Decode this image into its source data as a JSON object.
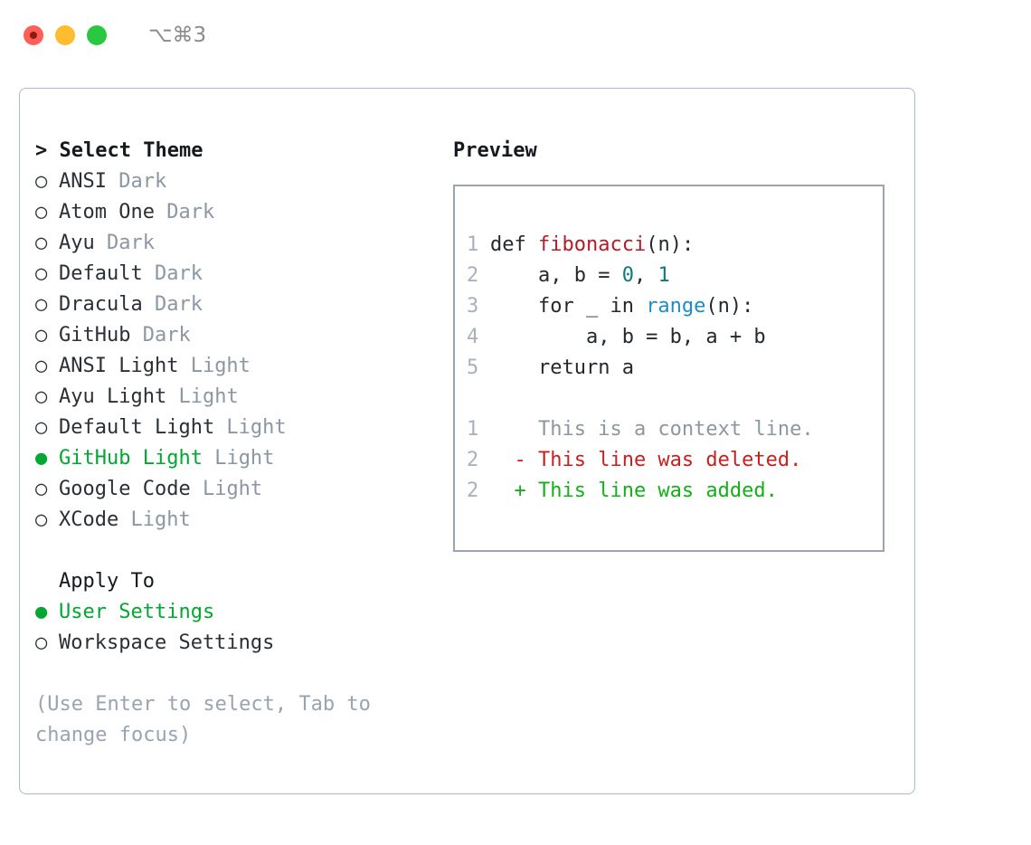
{
  "titlebar": {
    "shortcut": "⌥⌘3",
    "buttons": [
      {
        "name": "close",
        "color": "#ff5f57"
      },
      {
        "name": "minimize",
        "color": "#febc2e"
      },
      {
        "name": "maximize",
        "color": "#28c840"
      }
    ]
  },
  "theme_select": {
    "caret": ">",
    "title": "Select Theme",
    "marker_unselected": "○",
    "marker_selected": "●",
    "items": [
      {
        "name": "ANSI",
        "variant": "Dark",
        "selected": false
      },
      {
        "name": "Atom One",
        "variant": "Dark",
        "selected": false
      },
      {
        "name": "Ayu",
        "variant": "Dark",
        "selected": false
      },
      {
        "name": "Default",
        "variant": "Dark",
        "selected": false
      },
      {
        "name": "Dracula",
        "variant": "Dark",
        "selected": false
      },
      {
        "name": "GitHub",
        "variant": "Dark",
        "selected": false
      },
      {
        "name": "ANSI Light",
        "variant": "Light",
        "selected": false
      },
      {
        "name": "Ayu Light",
        "variant": "Light",
        "selected": false
      },
      {
        "name": "Default Light",
        "variant": "Light",
        "selected": false
      },
      {
        "name": "GitHub Light",
        "variant": "Light",
        "selected": true
      },
      {
        "name": "Google Code",
        "variant": "Light",
        "selected": false
      },
      {
        "name": "XCode",
        "variant": "Light",
        "selected": false
      }
    ]
  },
  "apply_to": {
    "title": "Apply To",
    "items": [
      {
        "name": "User Settings",
        "selected": true
      },
      {
        "name": "Workspace Settings",
        "selected": false
      }
    ]
  },
  "hint": "(Use Enter to select, Tab to change focus)",
  "preview": {
    "label": "Preview",
    "code_lines": [
      {
        "ln": "1",
        "tokens": [
          {
            "text": "def ",
            "type": "kw"
          },
          {
            "text": "fibonacci",
            "type": "fn"
          },
          {
            "text": "(n):",
            "type": "plain"
          }
        ]
      },
      {
        "ln": "2",
        "tokens": [
          {
            "text": "    a, b = ",
            "type": "plain"
          },
          {
            "text": "0",
            "type": "num"
          },
          {
            "text": ", ",
            "type": "plain"
          },
          {
            "text": "1",
            "type": "num"
          }
        ]
      },
      {
        "ln": "3",
        "tokens": [
          {
            "text": "    for _ in ",
            "type": "plain"
          },
          {
            "text": "range",
            "type": "builtin"
          },
          {
            "text": "(n):",
            "type": "plain"
          }
        ]
      },
      {
        "ln": "4",
        "tokens": [
          {
            "text": "        a, b = b, a + b",
            "type": "plain"
          }
        ]
      },
      {
        "ln": "5",
        "tokens": [
          {
            "text": "    return a",
            "type": "plain"
          }
        ]
      }
    ],
    "diff_lines": [
      {
        "ln": "1",
        "sign": " ",
        "text": "This is a context line.",
        "kind": "context"
      },
      {
        "ln": "2",
        "sign": "-",
        "text": "This line was deleted.",
        "kind": "deleted"
      },
      {
        "ln": "2",
        "sign": "+",
        "text": "This line was added.",
        "kind": "added"
      }
    ]
  },
  "colors": {
    "accent_green": "#00a732",
    "muted": "#8d96a3",
    "line_number": "#a8b1bd",
    "diff_added": "#13b019",
    "diff_deleted": "#c82020",
    "function": "#b31d28",
    "builtin": "#1b8dc4",
    "number": "#0d7a7a",
    "border": "#9aa5b1"
  }
}
